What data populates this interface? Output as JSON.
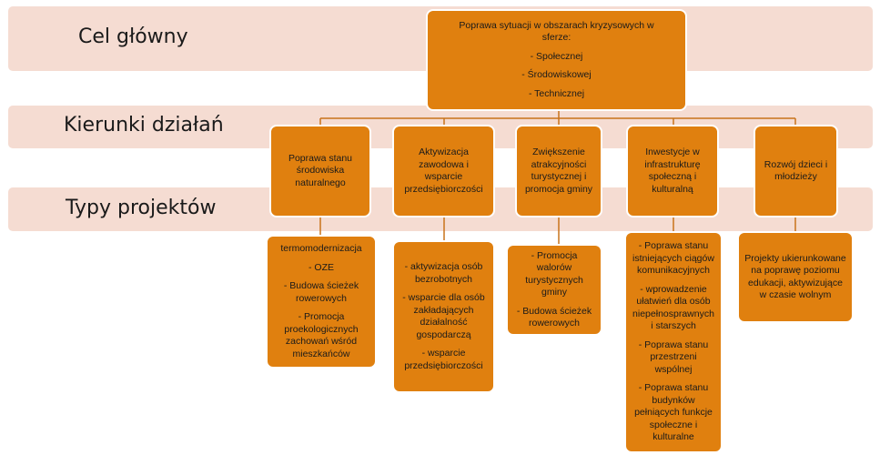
{
  "bands": [
    {
      "label": "Cel główny"
    },
    {
      "label": "Kierunki działań"
    },
    {
      "label": "Typy projektów"
    }
  ],
  "goal": {
    "title": "Poprawa sytuacji w obszarach kryzysowych w sferze:",
    "items": [
      "- Społecznej",
      "- Środowiskowej",
      "- Technicznej"
    ]
  },
  "directions": [
    {
      "label": "Poprawa stanu środowiska naturalnego"
    },
    {
      "label": "Aktywizacja zawodowa i wsparcie przedsiębiorczości"
    },
    {
      "label": "Zwiększenie atrakcyjności turystycznej i promocja gminy"
    },
    {
      "label": "Inwestycje w infrastrukturę społeczną i kulturalną"
    },
    {
      "label": "Rozwój dzieci i młodzieży"
    }
  ],
  "projects": [
    {
      "items": [
        "termomodernizacja",
        "- OZE",
        "- Budowa ścieżek rowerowych",
        "- Promocja proekologicznych zachowań wśród mieszkańców"
      ]
    },
    {
      "items": [
        "- aktywizacja osób bezrobotnych",
        "- wsparcie dla osób zakładających działalność gospodarczą",
        "- wsparcie przedsiębiorczości"
      ]
    },
    {
      "items": [
        "- Promocja walorów turystycznych gminy",
        "- Budowa ścieżek rowerowych"
      ]
    },
    {
      "items": [
        "- Poprawa stanu istniejących ciągów komunikacyjnych",
        "-  wprowadzenie ułatwień dla osób niepełnosprawnych i starszych",
        "- Poprawa stanu przestrzeni wspólnej",
        "- Poprawa stanu budynków pełniących funkcje społeczne i kulturalne"
      ]
    },
    {
      "items": [
        "Projekty ukierunkowane na poprawę poziomu edukacji, aktywizujące w czasie wolnym"
      ]
    }
  ],
  "colors": {
    "band": "#f5dcd2",
    "box": "#e0800f",
    "line": "#c8731a",
    "text": "#1a1a1a"
  }
}
